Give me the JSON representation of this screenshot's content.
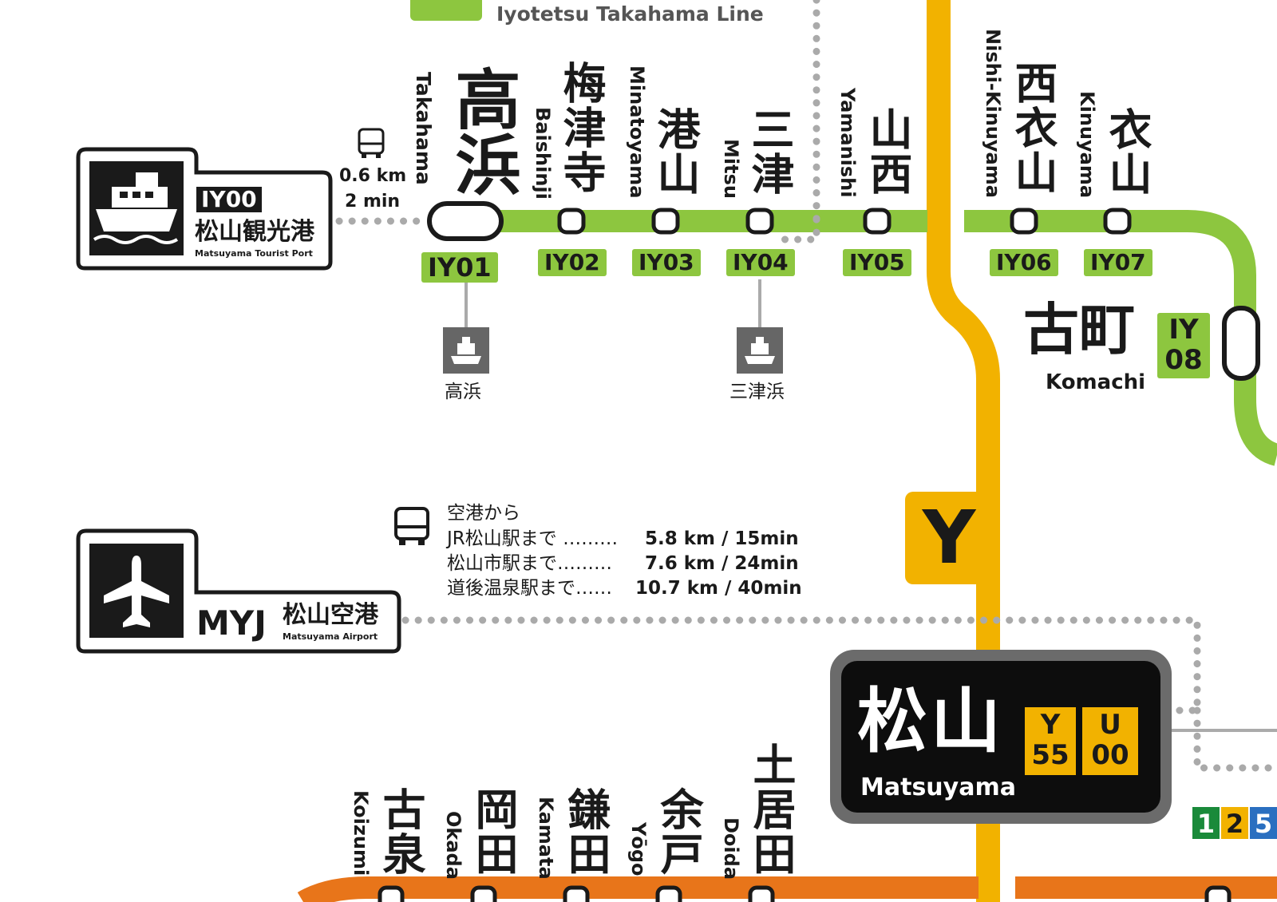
{
  "colors": {
    "takahama_line": "#8dc63f",
    "yosan_line": "#f2b200",
    "orange_line": "#e8751a",
    "ink": "#1a1a1a",
    "connector_dots": "#aaaaaa"
  },
  "line_header": {
    "name": "Iyotetsu Takahama Line"
  },
  "tourist_port": {
    "code": "IY00",
    "name_jp": "松山観光港",
    "name_en": "Matsuyama Tourist Port",
    "bus_distance": "0.6 km",
    "bus_time": "2 min",
    "icon": "ship-icon"
  },
  "stations": [
    {
      "code": "IY01",
      "jp": "高浜",
      "en": "Takahama"
    },
    {
      "code": "IY02",
      "jp": "梅津寺",
      "en": "Baishinji"
    },
    {
      "code": "IY03",
      "jp": "港山",
      "en": "Minatoyama"
    },
    {
      "code": "IY04",
      "jp": "三津",
      "en": "Mitsu"
    },
    {
      "code": "IY05",
      "jp": "山西",
      "en": "Yamanishi"
    },
    {
      "code": "IY06",
      "jp": "西衣山",
      "en": "Nishi-Kinuyama"
    },
    {
      "code": "IY07",
      "jp": "衣山",
      "en": "Kinuyama"
    },
    {
      "code": "IY 08",
      "jp": "古町",
      "en": "Komachi"
    }
  ],
  "komachi_code": {
    "line1": "IY",
    "line2": "08"
  },
  "ferry_terminals": [
    {
      "name": "高浜",
      "icon": "ferry-icon"
    },
    {
      "name": "三津浜",
      "icon": "ferry-icon"
    }
  ],
  "airport": {
    "code": "MYJ",
    "name_jp": "松山空港",
    "name_en": "Matsuyama Airport",
    "icon": "airplane-icon",
    "bus_heading": "空港から",
    "bus_routes": [
      {
        "dest": "JR松山駅まで ………",
        "value": "5.8 km / 15min"
      },
      {
        "dest": "松山市駅まで………",
        "value": "7.6 km / 24min"
      },
      {
        "dest": "道後温泉駅まで……",
        "value": "10.7 km / 40min"
      }
    ]
  },
  "yosan_badge": {
    "letter": "Y"
  },
  "matsuyama": {
    "jp": "松山",
    "en": "Matsuyama",
    "codes": [
      {
        "letter": "Y",
        "num": "55"
      },
      {
        "letter": "U",
        "num": "00"
      }
    ]
  },
  "bottom_stations": [
    {
      "jp": "古泉",
      "en": "Koizumi"
    },
    {
      "jp": "岡田",
      "en": "Okada"
    },
    {
      "jp": "鎌田",
      "en": "Kamata"
    },
    {
      "jp": "余戸",
      "en": "Yōgo"
    },
    {
      "jp": "土居田",
      "en": "Doida"
    }
  ],
  "tram_badges": [
    "1",
    "2",
    "5"
  ]
}
